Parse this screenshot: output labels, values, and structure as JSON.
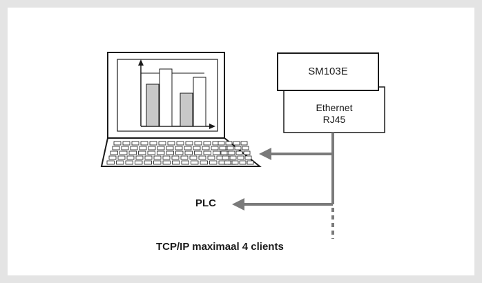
{
  "diagram": {
    "module_box": {
      "label": "SM103E"
    },
    "interface_box": {
      "line1": "Ethernet",
      "line2": "RJ45"
    },
    "plc_label": "PLC",
    "network_label": "TCP/IP maximaal 4 clients"
  },
  "colors": {
    "background": "#e4e4e4",
    "panel": "#ffffff",
    "line": "#7a7a7a",
    "outline": "#1a1a1a",
    "bar_fill": "#c8c8c8"
  },
  "icons": [
    "laptop-icon",
    "bar-chart-icon",
    "keyboard-icon"
  ]
}
